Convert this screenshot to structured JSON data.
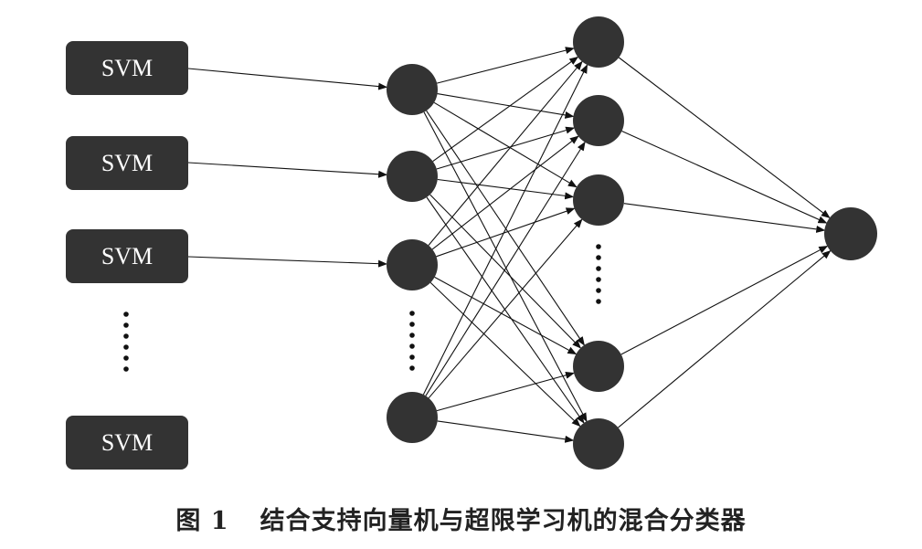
{
  "diagram": {
    "svm_boxes": [
      "SVM",
      "SVM",
      "SVM",
      "SVM"
    ],
    "colors": {
      "node": "#333333",
      "box": "#333333",
      "edge": "#111111",
      "dots": "#111111"
    }
  },
  "caption": {
    "figure_number": "图 1",
    "title": "结合支持向量机与超限学习机的混合分类器"
  }
}
